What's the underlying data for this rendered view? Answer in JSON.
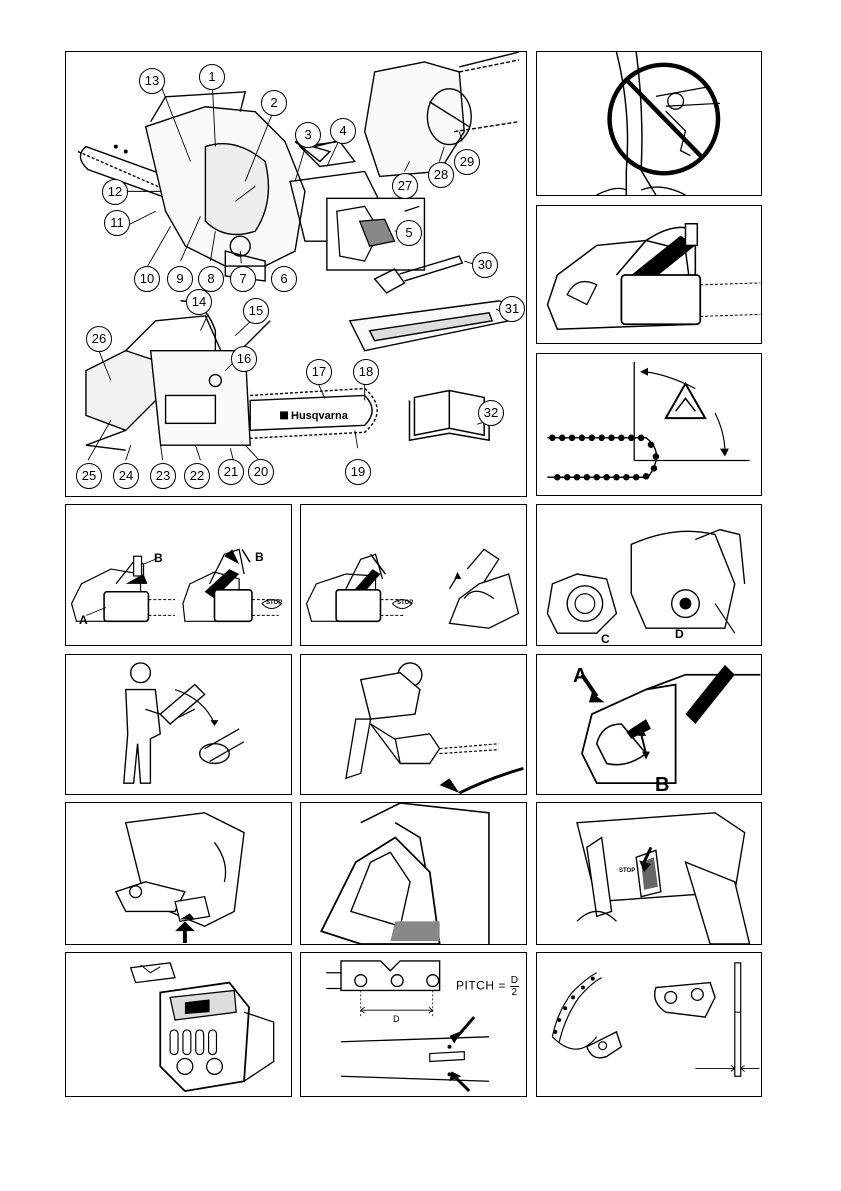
{
  "callouts": {
    "c1": "1",
    "c2": "2",
    "c3": "3",
    "c4": "4",
    "c5": "5",
    "c6": "6",
    "c7": "7",
    "c8": "8",
    "c9": "9",
    "c10": "10",
    "c11": "11",
    "c12": "12",
    "c13": "13",
    "c14": "14",
    "c15": "15",
    "c16": "16",
    "c17": "17",
    "c18": "18",
    "c19": "19",
    "c20": "20",
    "c21": "21",
    "c22": "22",
    "c23": "23",
    "c24": "24",
    "c25": "25",
    "c26": "26",
    "c27": "27",
    "c28": "28",
    "c29": "29",
    "c30": "30",
    "c31": "31",
    "c32": "32"
  },
  "brand_label": "Husqvarna",
  "labels": {
    "chainbrake_a": "A",
    "chainbrake_b1": "B",
    "chainbrake_b2": "B",
    "stop_sign_1": "STOP",
    "stop_sign_2": "STOP",
    "cover_c": "C",
    "clutch_d": "D",
    "guard_a": "A",
    "guard_b": "B",
    "pitch_text": "PITCH =",
    "pitch_num": "D",
    "pitch_den": "2",
    "pitch_d": "D",
    "throttle_stop": "STOP"
  }
}
